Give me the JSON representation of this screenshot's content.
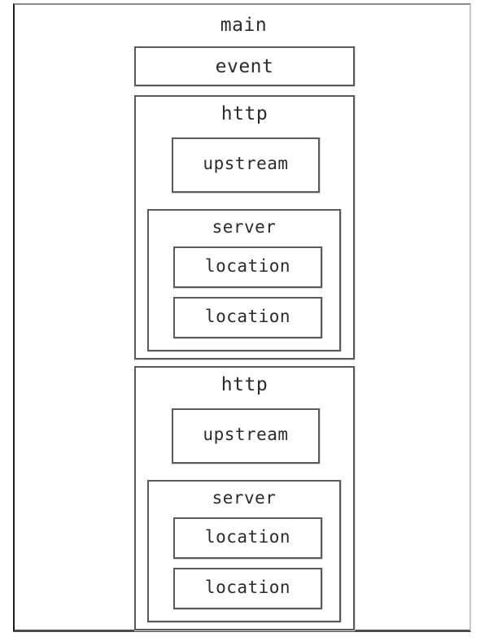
{
  "diagram": {
    "title": "main",
    "type": "nested-block-diagram",
    "blocks": {
      "main": "main",
      "event": "event",
      "http": "http",
      "upstream": "upstream",
      "server": "server",
      "location": "location"
    },
    "colors": {
      "background": "#ffffff",
      "box_border": "#5a5a5a",
      "frame_border": "#1d1d1d",
      "text": "#2b2b2b",
      "shadow": "#d8d8d8"
    },
    "structure": [
      {
        "label": "main",
        "children": [
          {
            "label": "event",
            "children": []
          },
          {
            "label": "http",
            "children": [
              {
                "label": "upstream",
                "children": []
              },
              {
                "label": "server",
                "children": [
                  {
                    "label": "location",
                    "children": []
                  },
                  {
                    "label": "location",
                    "children": []
                  }
                ]
              }
            ]
          },
          {
            "label": "http",
            "children": [
              {
                "label": "upstream",
                "children": []
              },
              {
                "label": "server",
                "children": [
                  {
                    "label": "location",
                    "children": []
                  },
                  {
                    "label": "location",
                    "children": []
                  }
                ]
              }
            ]
          }
        ]
      }
    ],
    "http_sections": [
      {
        "label": "http",
        "upstream": "upstream",
        "server": "server",
        "locations": [
          "location",
          "location"
        ]
      },
      {
        "label": "http",
        "upstream": "upstream",
        "server": "server",
        "locations": [
          "location",
          "location"
        ]
      }
    ]
  }
}
